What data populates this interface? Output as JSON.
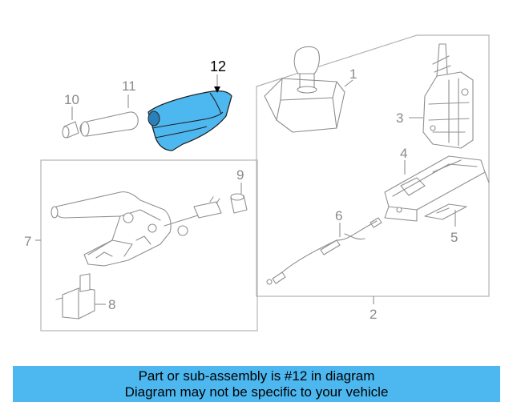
{
  "diagram": {
    "highlight_color": "#4db8f0",
    "callouts": {
      "c1": "1",
      "c2": "2",
      "c3": "3",
      "c4": "4",
      "c5": "5",
      "c6": "6",
      "c7": "7",
      "c8": "8",
      "c9": "9",
      "c10": "10",
      "c11": "11",
      "c12": "12"
    }
  },
  "banner": {
    "line1": "Part or sub-assembly is #12 in diagram",
    "line2": "Diagram may not be specific to your vehicle",
    "background": "#4db8f0"
  }
}
